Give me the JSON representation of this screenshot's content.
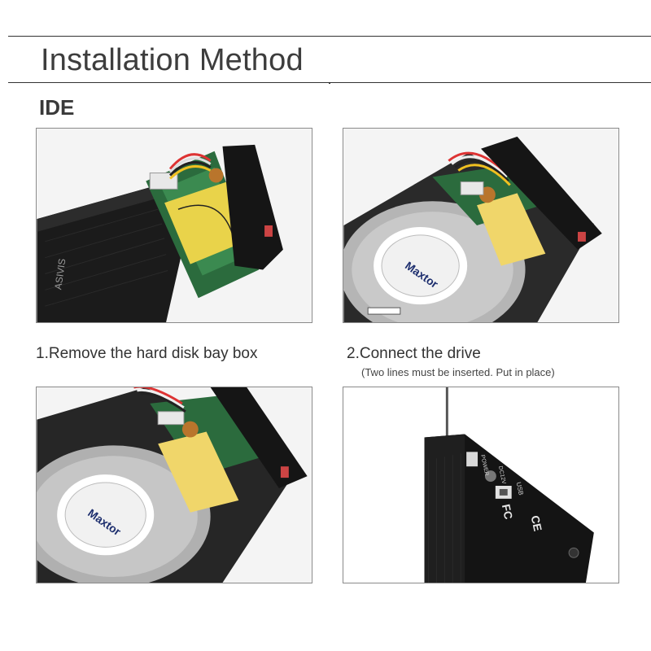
{
  "header": {
    "title": "Installation Method"
  },
  "section": {
    "title": "IDE"
  },
  "steps": [
    {
      "label": "1.Remove the hard disk bay box"
    },
    {
      "label": "2.Connect the drive",
      "note": "(Two lines must be inserted. Put in place)"
    }
  ],
  "photos": [
    {
      "name": "enclosure-open-photo",
      "enclosure_brand_text": "ASIVIS"
    },
    {
      "name": "drive-connected-photo",
      "disk_brand_text": "Maxtor"
    },
    {
      "name": "drive-installed-photo",
      "disk_brand_text": "Maxtor"
    },
    {
      "name": "enclosure-rear-panel-photo",
      "port_labels": [
        "POWER",
        "DC12V",
        "USB"
      ],
      "marks": [
        "FC",
        "CE"
      ]
    }
  ]
}
